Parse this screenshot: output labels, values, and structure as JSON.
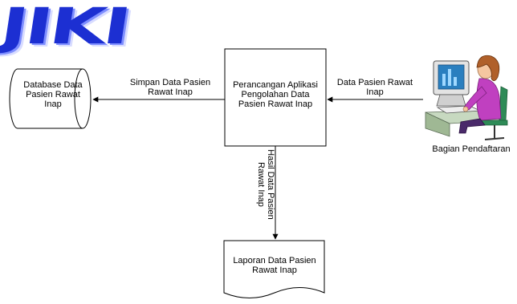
{
  "logo": "JIKI",
  "nodes": {
    "database": "Database Data\nPasien Rawat\nInap",
    "process": "Perancangan Aplikasi\nPengolahan Data\nPasien Rawat Inap",
    "report": "Laporan Data Pasien\nRawat Inap",
    "actor": "Bagian Pendaftaran"
  },
  "flows": {
    "to_database": "Simpan Data Pasien\nRawat Inap",
    "from_actor": "Data Pasien Rawat\nInap",
    "to_report": "Hasil Data Pasien\nRawat Inap"
  },
  "icons": {
    "actor": "person-at-computer-icon"
  },
  "colors": {
    "logo": "#1c2fd2",
    "stroke": "#000000",
    "monitor_screen": "#2a7fbf",
    "person_shirt": "#c040c0",
    "person_hair": "#b0602a"
  }
}
